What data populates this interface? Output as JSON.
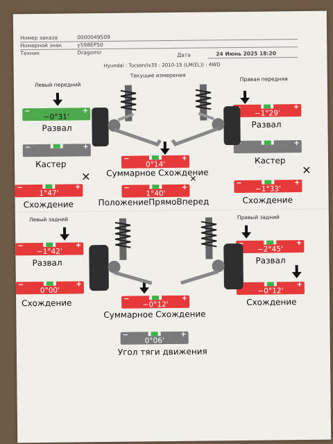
{
  "header": {
    "order_label": "Номер заказа",
    "order_value": "0000049509",
    "plate_label": "Номерной знак",
    "plate_value": "у598ЕР50",
    "tech_label": "Техник",
    "tech_value": "Dragomir",
    "date_label": "Дата",
    "date_value": "24 Июнь 2025 18:20",
    "vehicle": "Hyundai : Tucson/ix35 : 2010-15 (LM(EL)) : 4WD",
    "subtitle": "Текущие измерения"
  },
  "front": {
    "left_title": "Левый передний",
    "right_title": "Правая передняя",
    "camber_label_left": "Развал",
    "camber_label_right": "Развал",
    "caster_label_left": "Кастер",
    "caster_label_right": "Кастер",
    "toe_label_left": "Схождение",
    "toe_label_right": "Схождение",
    "left_camber": "−0°31'",
    "right_camber": "−1°29'",
    "left_caster": "",
    "right_caster": "",
    "left_toe": "1°47'",
    "right_toe": "−1°33'",
    "total_toe": "0°14'",
    "total_toe_label": "Суммарное Схождение",
    "straight": "1°40'",
    "straight_label": "ПоложениеПрямоВперед"
  },
  "rear": {
    "left_title": "Левый задний",
    "right_title": "Правый задний",
    "camber_label_left": "Развал",
    "camber_label_right": "Развал",
    "toe_label_left": "Схождение",
    "toe_label_right": "Схождение",
    "left_camber": "−1°42'",
    "right_camber": "−2°45'",
    "left_toe": "0°00'",
    "right_toe": "−0°12'",
    "total_toe": "−0°12'",
    "total_toe_label": "Суммарное Схождение",
    "thrust": "0°06'",
    "thrust_label": "Угол тяги движения"
  },
  "gauge_signs": {
    "minus": "−",
    "plus": "+"
  },
  "colors": {
    "red": "#e63a3a",
    "green": "#4caa4c",
    "gray": "#7a7a7a",
    "paper": "#f1efe9"
  },
  "icons": {
    "pointer": "down-arrow-icon",
    "cross": "x-mark-icon"
  }
}
